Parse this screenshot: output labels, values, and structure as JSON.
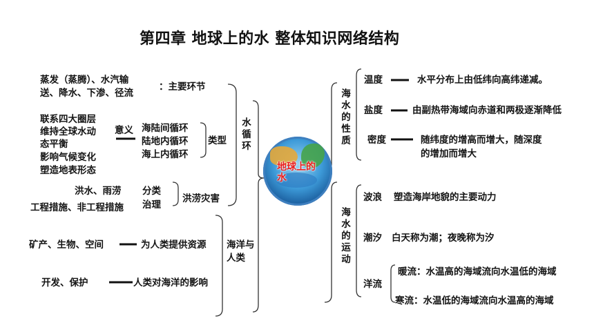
{
  "title": "第四章      地球上的水    整体知识网络结构",
  "center": {
    "label": "地球上的水"
  },
  "water_cycle": {
    "label": "水循环",
    "main_links": [
      "蒸发（蒸腾）、水汽输",
      "送、降水、下渗、径流"
    ],
    "main_links_label": "：主要环节",
    "significance_items": [
      "联系四大圈层",
      "维持全球水动",
      "态平衡",
      "影响气候变化",
      "塑造地表形态"
    ],
    "significance_label": "意义",
    "types": [
      "海陆间循环",
      "陆地内循环",
      "海上内循环"
    ],
    "types_label": "类型",
    "flood_items": [
      "洪水、雨涝",
      "工程措施、非工程措施"
    ],
    "flood_mid": [
      "分类",
      "治理"
    ],
    "flood_label": "洪涝灾害"
  },
  "ocean_human": {
    "label_lines": [
      "海洋与",
      "人类"
    ],
    "resources_left": "矿产、生物、空间",
    "resources_right": "为人类提供资源",
    "impact_left": "开发、保护",
    "impact_right": "人类对海洋的影响"
  },
  "seawater_properties": {
    "label": "海水的性质",
    "items": [
      {
        "name": "温度",
        "desc": "水平分布上由低纬向高纬递减。"
      },
      {
        "name": "盐度",
        "desc": "由副热带海域向赤道和两极逐渐降低"
      },
      {
        "name": "密度",
        "desc": "随纬度的增高而增大，随深度",
        "desc2": "的增加而增大"
      }
    ]
  },
  "seawater_motion": {
    "label": "海水的运动",
    "waves": {
      "name": "波浪",
      "desc": "塑造海岸地貌的主要动力"
    },
    "tides": {
      "name": "潮汐",
      "desc": "白天称为潮；夜晚称为汐"
    },
    "currents": {
      "name": "洋流",
      "warm": "暖流：水温高的海域流向水温低的海域",
      "cold": "寒流：水温低的海域流向水温高的海域"
    }
  }
}
